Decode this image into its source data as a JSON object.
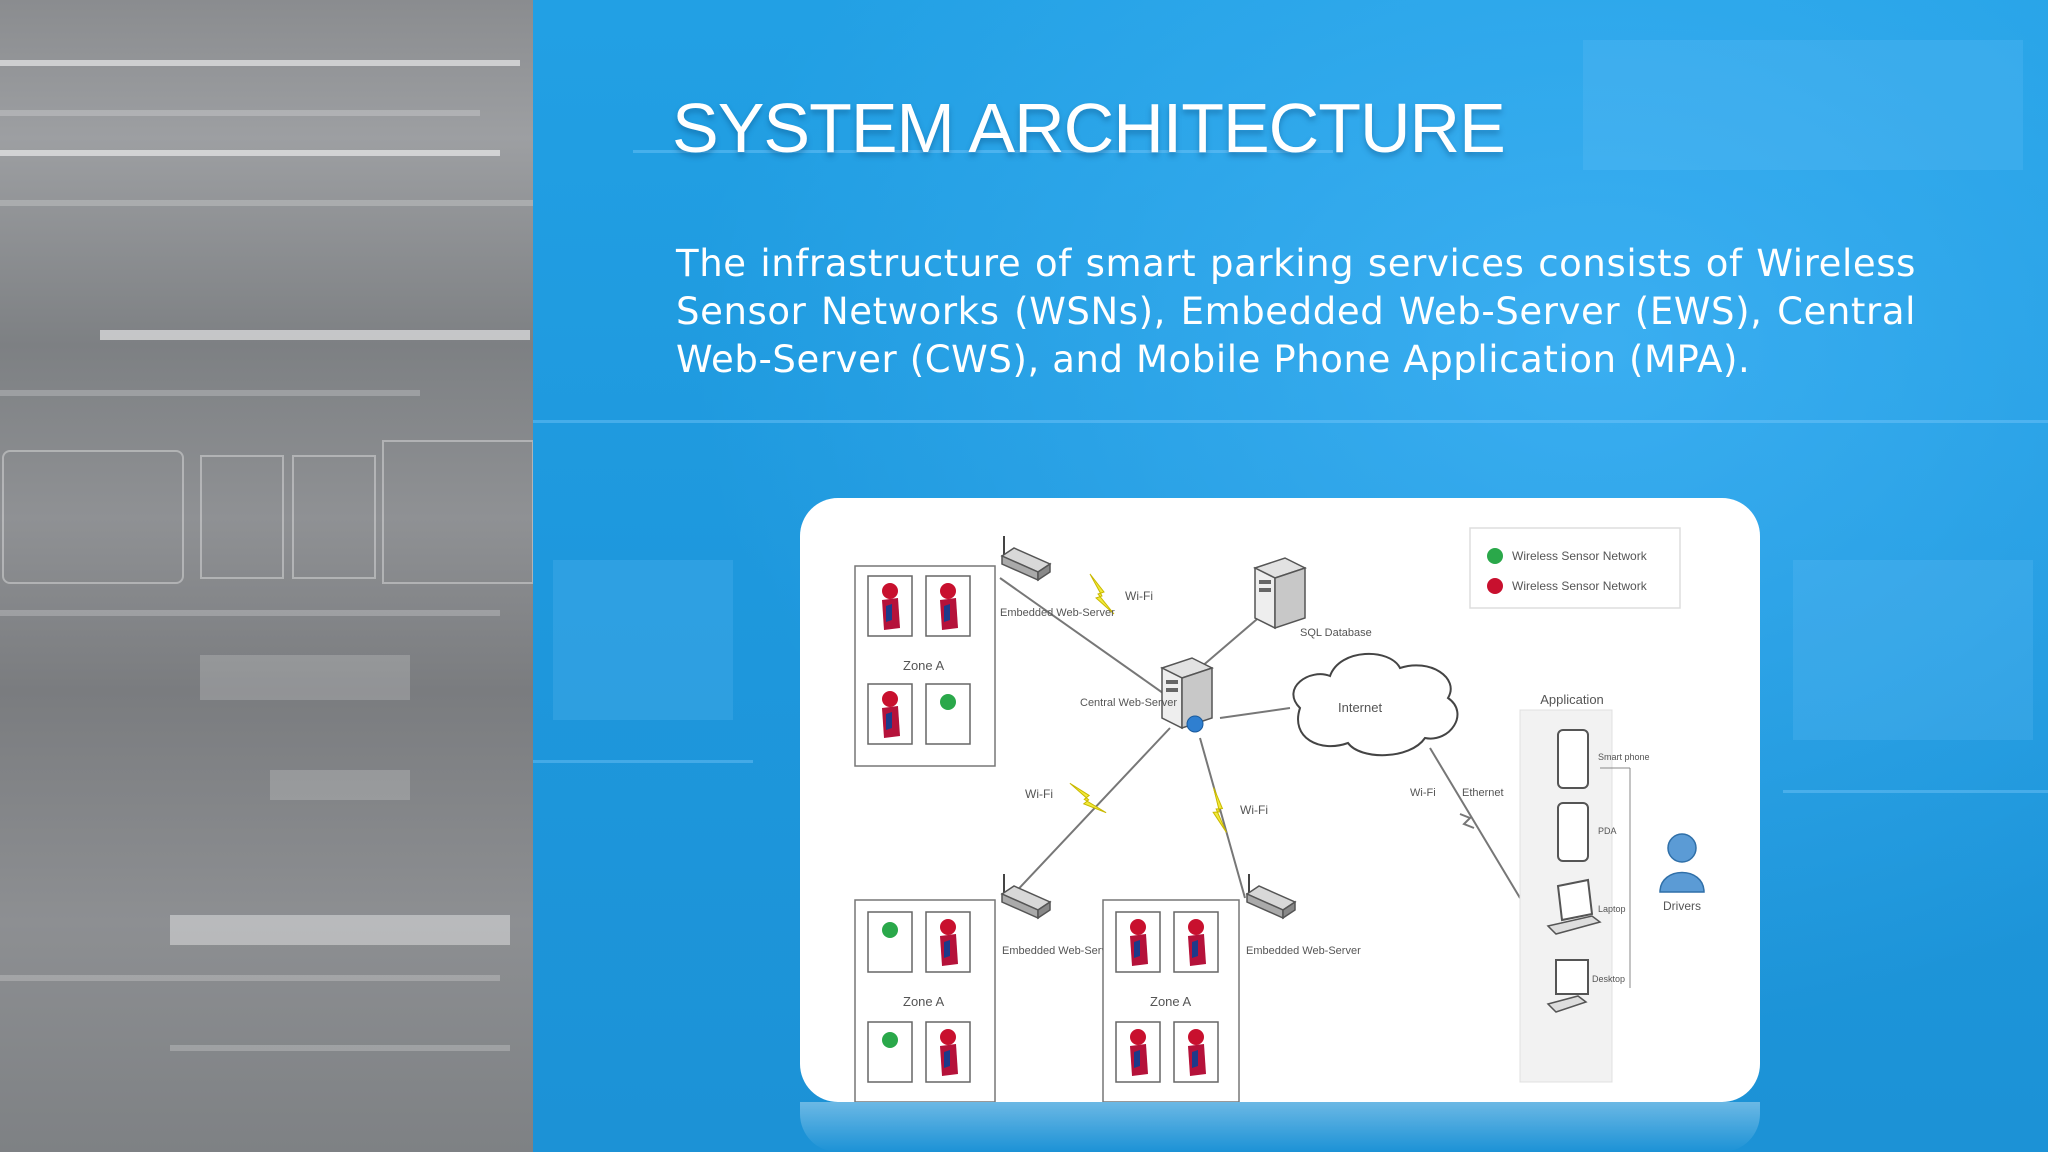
{
  "slide": {
    "title": "SYSTEM ARCHITECTURE",
    "body": "The infrastructure of smart parking services consists of Wireless Sensor Networks (WSNs), Embedded Web-Server (EWS), Central Web-Server (CWS), and Mobile Phone Application (MPA)."
  },
  "diagram": {
    "legend": [
      {
        "label": "Wireless Sensor Network",
        "color": "#2aa84a"
      },
      {
        "label": "Wireless Sensor Network",
        "color": "#c8102e"
      }
    ],
    "zones": {
      "top_left": "Zone A",
      "bottom_left": "Zone A",
      "bottom_right": "Zone A"
    },
    "ews_label_top": "Embedded Web-Server",
    "ews_label_bottom_left": "Embedded Web-Server",
    "ews_label_bottom_right": "Embedded Web-Server",
    "central_label": "Central Web-Server",
    "sql_label": "SQL Database",
    "internet_label": "Internet",
    "wifi_labels": [
      "Wi-Fi",
      "Wi-Fi",
      "Wi-Fi"
    ],
    "ethernet_labels": [
      "Wi-Fi",
      "Ethernet"
    ],
    "application_title": "Application",
    "devices": [
      "Smart phone",
      "PDA",
      "Laptop",
      "Desktop"
    ],
    "drivers_label": "Drivers"
  }
}
